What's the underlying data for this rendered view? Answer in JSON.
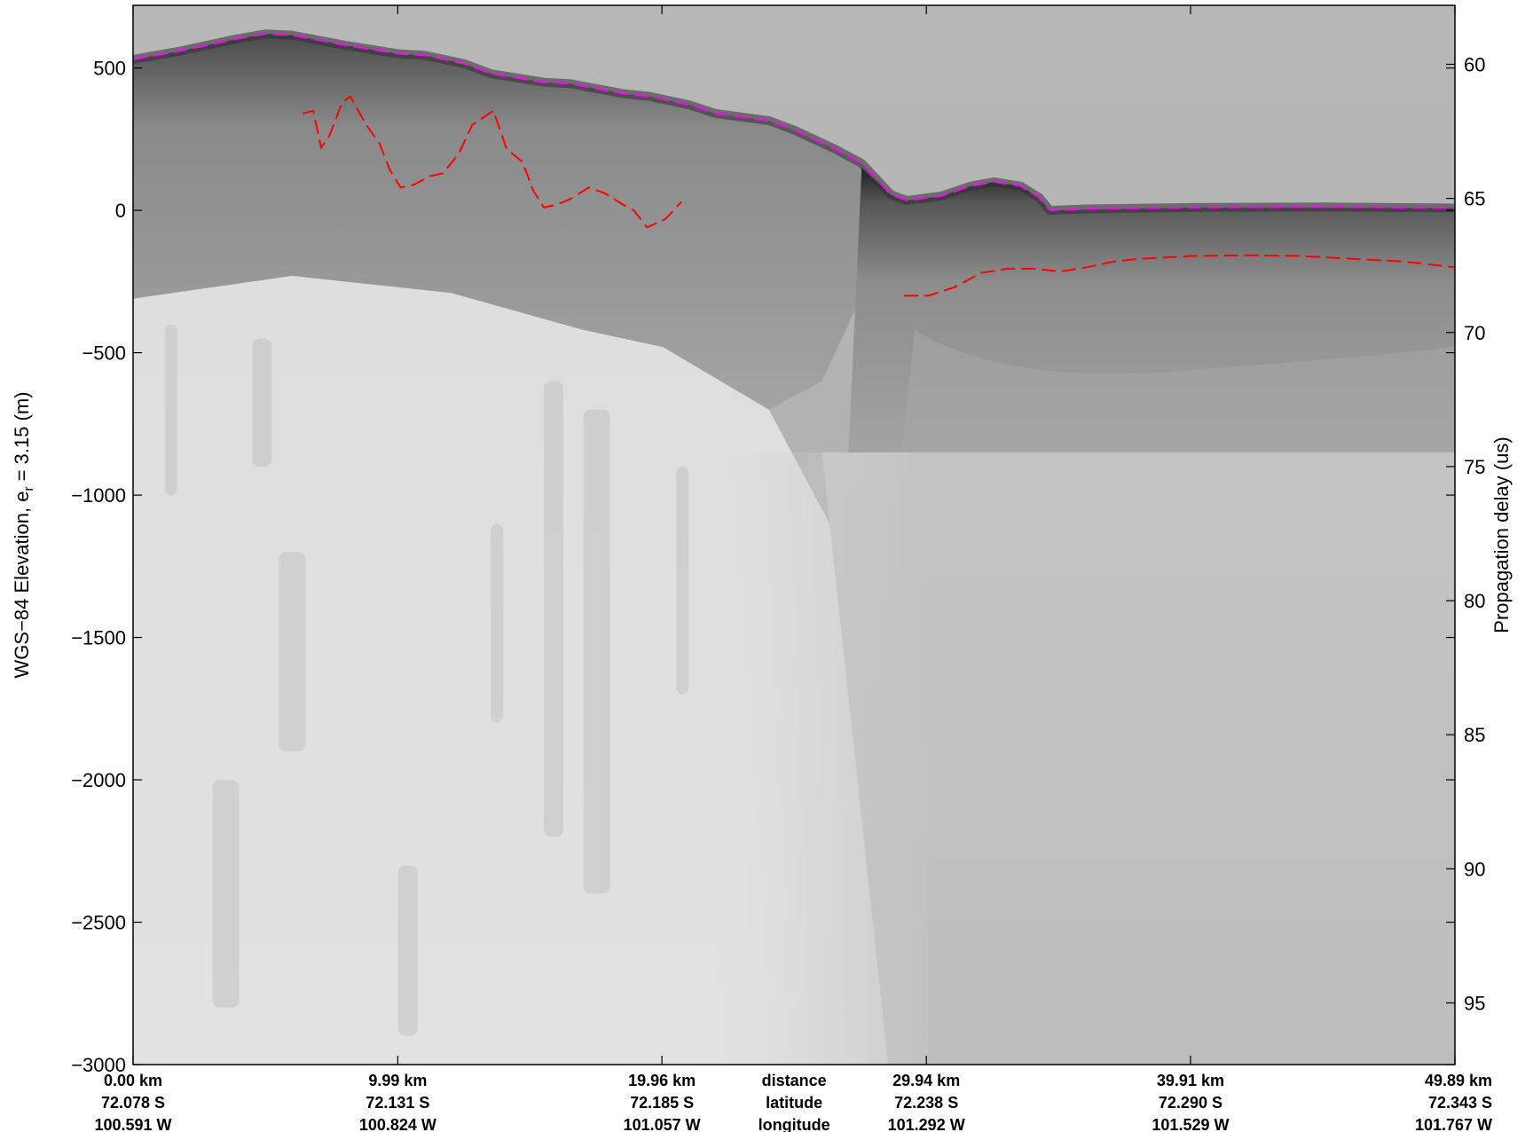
{
  "chart_data": {
    "type": "heatmap",
    "ylabel_left": "WGS−84 Elevation, e",
    "ylabel_left_sub": "r",
    "ylabel_left_tail": " = 3.15 (m)",
    "ylabel_right": "Propagation delay (us)",
    "ylim_left": [
      -3000,
      720
    ],
    "ylim_right": [
      97.3,
      57.8
    ],
    "yticks_left": [
      {
        "value": 500,
        "label": "500"
      },
      {
        "value": 0,
        "label": "0"
      },
      {
        "value": -500,
        "label": "−500"
      },
      {
        "value": -1000,
        "label": "−1000"
      },
      {
        "value": -1500,
        "label": "−1500"
      },
      {
        "value": -2000,
        "label": "−2000"
      },
      {
        "value": -2500,
        "label": "−2500"
      },
      {
        "value": -3000,
        "label": "−3000"
      }
    ],
    "yticks_right": [
      {
        "value": 60,
        "label": "60"
      },
      {
        "value": 65,
        "label": "65"
      },
      {
        "value": 70,
        "label": "70"
      },
      {
        "value": 75,
        "label": "75"
      },
      {
        "value": 80,
        "label": "80"
      },
      {
        "value": 85,
        "label": "85"
      },
      {
        "value": 90,
        "label": "90"
      },
      {
        "value": 95,
        "label": "95"
      }
    ],
    "xlim_km": [
      0,
      49.89
    ],
    "xticks": [
      {
        "km": 0.0,
        "distance": "0.00 km",
        "latitude": "72.078 S",
        "longitude": "100.591 W"
      },
      {
        "km": 9.99,
        "distance": "9.99 km",
        "latitude": "72.131 S",
        "longitude": "100.824 W"
      },
      {
        "km": 19.96,
        "distance": "19.96 km",
        "latitude": "72.185 S",
        "longitude": "101.057 W"
      },
      {
        "km": 29.94,
        "distance": "29.94 km",
        "latitude": "72.238 S",
        "longitude": "101.292 W"
      },
      {
        "km": 39.91,
        "distance": "39.91 km",
        "latitude": "72.290 S",
        "longitude": "101.529 W"
      },
      {
        "km": 49.89,
        "distance": "49.89 km",
        "latitude": "72.343 S",
        "longitude": "101.767 W"
      }
    ],
    "row_labels": [
      "distance",
      "latitude",
      "longitude"
    ],
    "series": [
      {
        "color": "#ff00ff",
        "style": "dashed",
        "points": [
          [
            0,
            530
          ],
          [
            1.8,
            560
          ],
          [
            3.8,
            600
          ],
          [
            5,
            620
          ],
          [
            6,
            615
          ],
          [
            8,
            580
          ],
          [
            10,
            550
          ],
          [
            11,
            545
          ],
          [
            12.5,
            515
          ],
          [
            13.5,
            480
          ],
          [
            15.5,
            450
          ],
          [
            16.5,
            445
          ],
          [
            18.5,
            410
          ],
          [
            19.5,
            400
          ],
          [
            21,
            370
          ],
          [
            22,
            340
          ],
          [
            24,
            315
          ],
          [
            25,
            280
          ],
          [
            26.5,
            215
          ],
          [
            27.5,
            165
          ],
          [
            28.6,
            55
          ],
          [
            29.2,
            35
          ],
          [
            30.5,
            50
          ],
          [
            31.6,
            85
          ],
          [
            32.5,
            100
          ],
          [
            33.5,
            85
          ],
          [
            34.2,
            45
          ],
          [
            34.6,
            0
          ],
          [
            36,
            5
          ],
          [
            40,
            10
          ],
          [
            45,
            12
          ],
          [
            49.89,
            8
          ]
        ]
      },
      {
        "color": "#ff0000",
        "style": "dashed",
        "points": [
          [
            6.4,
            340
          ],
          [
            6.8,
            350
          ],
          [
            7.1,
            220
          ],
          [
            7.4,
            260
          ],
          [
            7.9,
            380
          ],
          [
            8.2,
            400
          ],
          [
            8.8,
            300
          ],
          [
            9.3,
            235
          ],
          [
            9.7,
            140
          ],
          [
            10.1,
            80
          ],
          [
            10.6,
            90
          ],
          [
            11.2,
            120
          ],
          [
            11.7,
            130
          ],
          [
            12.3,
            200
          ],
          [
            12.8,
            300
          ],
          [
            13.6,
            350
          ],
          [
            14.1,
            215
          ],
          [
            14.7,
            170
          ],
          [
            15.1,
            70
          ],
          [
            15.5,
            10
          ],
          [
            16,
            20
          ],
          [
            16.5,
            40
          ],
          [
            17.2,
            80
          ],
          [
            17.8,
            60
          ],
          [
            18.5,
            20
          ],
          [
            18.9,
            0
          ],
          [
            19.4,
            -60
          ],
          [
            20.1,
            -30
          ],
          [
            20.7,
            30
          ]
        ]
      },
      {
        "color": "#ff0000",
        "style": "dashed",
        "points": [
          [
            29.1,
            -300
          ],
          [
            30,
            -300
          ],
          [
            31,
            -270
          ],
          [
            32,
            -220
          ],
          [
            33,
            -205
          ],
          [
            34,
            -205
          ],
          [
            35,
            -215
          ],
          [
            36,
            -200
          ],
          [
            37,
            -180
          ],
          [
            38,
            -170
          ],
          [
            40,
            -160
          ],
          [
            42,
            -158
          ],
          [
            44,
            -160
          ],
          [
            46,
            -170
          ],
          [
            48,
            -180
          ],
          [
            49.89,
            -200
          ]
        ]
      }
    ]
  }
}
